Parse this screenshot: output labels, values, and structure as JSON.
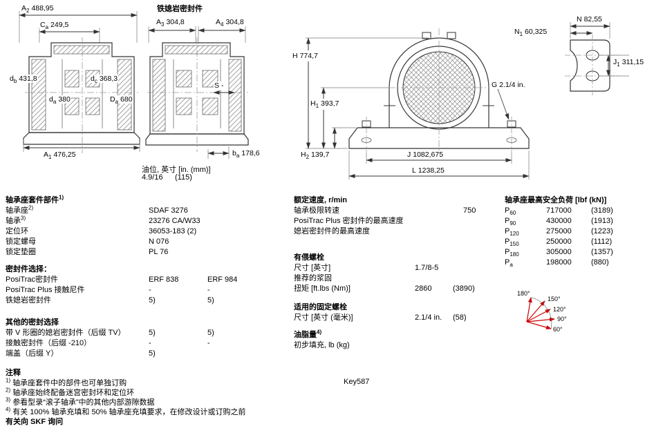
{
  "drawings": {
    "d1": {
      "dims": {
        "a2": {
          "sym": "A",
          "sub": "2",
          "val": "488,95"
        },
        "ca": {
          "sym": "C",
          "sub": "a",
          "val": "249,5"
        },
        "db": {
          "sym": "d",
          "sub": "b",
          "val": "431,8"
        },
        "dc": {
          "sym": "d",
          "sub": "c",
          "val": "368,3"
        },
        "da": {
          "sym": "d",
          "sub": "a",
          "val": "380"
        },
        "Da": {
          "sym": "D",
          "sub": "a",
          "val": "680"
        },
        "a1": {
          "sym": "A",
          "sub": "1",
          "val": "476,25"
        }
      }
    },
    "d2": {
      "title": "铁媳岩密封件",
      "dims": {
        "a3": {
          "sym": "A",
          "sub": "3",
          "val": "304,8"
        },
        "a4": {
          "sym": "A",
          "sub": "4",
          "val": "304,8"
        },
        "s": {
          "sym": "S",
          "sub": "",
          "val": "-"
        },
        "ba": {
          "sym": "b",
          "sub": "a",
          "val": "178,6"
        }
      },
      "oil_label": "油位, 英寸 [in. (mm)]",
      "oil_v1": "4.9/16",
      "oil_v2": "(115)"
    },
    "d3": {
      "dims": {
        "h": {
          "sym": "H",
          "sub": "",
          "val": "774,7"
        },
        "h1": {
          "sym": "H",
          "sub": "1",
          "val": "393,7"
        },
        "h2": {
          "sym": "H",
          "sub": "2",
          "val": "139,7"
        },
        "g": {
          "sym": "G",
          "sub": "",
          "val": "2.1/4 in."
        },
        "j": {
          "sym": "J",
          "sub": "",
          "val": "1082,675"
        },
        "l": {
          "sym": "L",
          "sub": "",
          "val": "1238,25"
        }
      }
    },
    "d4": {
      "dims": {
        "n1": {
          "sym": "N",
          "sub": "1",
          "val": "60,325"
        },
        "n": {
          "sym": "N",
          "sub": "",
          "val": "82,55"
        },
        "j1": {
          "sym": "J",
          "sub": "1",
          "val": "311,15"
        }
      }
    }
  },
  "parts": {
    "header": {
      "label": "轴承座套件部件",
      "sup": "1)"
    },
    "rows": [
      {
        "label": "轴承座",
        "sup": "2)",
        "v1": "SDAF 3276",
        "v2": ""
      },
      {
        "label": "轴承",
        "sup": "3)",
        "v1": "23276 CA/W33",
        "v2": ""
      },
      {
        "label": "定位环",
        "sup": "",
        "v1": "36053-183 (2)",
        "v2": ""
      },
      {
        "label": "锁定螺母",
        "sup": "",
        "v1": "N 076",
        "v2": ""
      },
      {
        "label": "锁定垫圈",
        "sup": "",
        "v1": "PL 76",
        "v2": ""
      }
    ]
  },
  "seals": {
    "header": "密封件选择：",
    "rows": [
      {
        "label": "PosiTrac密封件",
        "v1": "ERF 838",
        "v2": "ERF 984"
      },
      {
        "label": "PosiTrac Plus 接触尼件",
        "v1": "-",
        "v2": "-"
      },
      {
        "label": "铁媳岩密封件",
        "v1": "5)",
        "v2": "5)"
      }
    ]
  },
  "other_seals": {
    "header": "其他的密封选择",
    "rows": [
      {
        "label": "带 V 形圈的媳岩密封件（后缀 TV）",
        "v1": "5)",
        "v2": "5)"
      },
      {
        "label": "接触密封件（后缀 -210）",
        "v1": "-",
        "v2": "-"
      },
      {
        "label": "端盖（后缀 Y）",
        "v1": "5)",
        "v2": ""
      }
    ]
  },
  "notes": {
    "header": "注释",
    "items": [
      {
        "sup": "1)",
        "text": "轴承座套件中的部件也可单独订购"
      },
      {
        "sup": "2)",
        "text": "轴承座始终配备迷宫密封环和定位环"
      },
      {
        "sup": "3)",
        "text": "参看型录“滚子轴承”中的其他内部游隙数据"
      },
      {
        "sup": "4)",
        "text": "有关 100% 轴承充填和 50% 轴承座充填要求，在修改设计或订购之前"
      }
    ],
    "footer": "有关向 SKF 询问"
  },
  "speed": {
    "header": "额定速度, r/min",
    "rows": [
      {
        "label": "轴承极限转速",
        "val": "750"
      },
      {
        "label": "PosiTrac Plus 密封件的最高速度",
        "val": ""
      },
      {
        "label": "媳岩密封件的最高速度",
        "val": ""
      }
    ]
  },
  "bolts": {
    "header": "有偎螺栓",
    "size_label": "尺寸 [英寸]",
    "size_val": "1.7/8-5",
    "rec_label": "推荐的浆固",
    "torque_label": "扭矩 [ft.lbs (Nm)]",
    "torque_v1": "2860",
    "torque_v2": "(3890)"
  },
  "fixing": {
    "header": "适用的固定螺栓",
    "size_label": "尺寸 [英寸 (毫米)]",
    "v1": "2.1/4 in.",
    "v2": "(58)"
  },
  "grease": {
    "header": "油脂量",
    "header_sup": "4)",
    "row_label": "初步填充, lb (kg)"
  },
  "key": "Key587",
  "loads": {
    "header": "轴承座最高安全负荷 [lbf (kN)]",
    "rows": [
      {
        "sym": "P",
        "sub": "60",
        "v1": "717000",
        "v2": "(3189)"
      },
      {
        "sym": "P",
        "sub": "90",
        "v1": "430000",
        "v2": "(1913)"
      },
      {
        "sym": "P",
        "sub": "120",
        "v1": "275000",
        "v2": "(1223)"
      },
      {
        "sym": "P",
        "sub": "150",
        "v1": "250000",
        "v2": "(1112)"
      },
      {
        "sym": "P",
        "sub": "180",
        "v1": "305000",
        "v2": "(1357)"
      },
      {
        "sym": "P",
        "sub": "a",
        "v1": "198000",
        "v2": "(880)"
      }
    ],
    "angles": [
      "180°",
      "150°",
      "120°",
      "90°",
      "60°"
    ],
    "arrow_color": "#cc0000"
  }
}
